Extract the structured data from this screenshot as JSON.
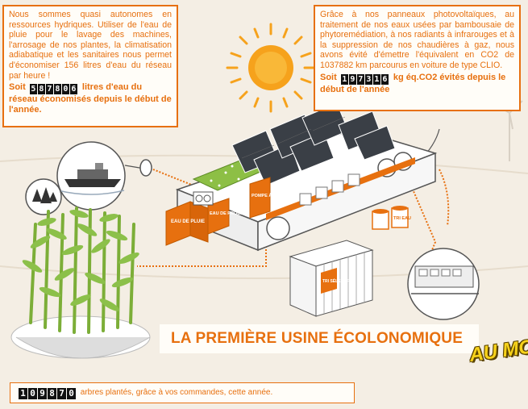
{
  "left_box": {
    "text": "Nous sommes quasi autonomes en ressources hydriques. Utiliser de l'eau de pluie pour le lavage des machines, l'arrosage de nos plantes, la climatisation adiabatique et les sanitaires nous permet d'économiser 156 litres d'eau du réseau par heure !",
    "prefix": "Soit",
    "digits": [
      "5",
      "8",
      "7",
      "8",
      "0",
      "6"
    ],
    "suffix": "litres d'eau du réseau économisés depuis le début de l'année."
  },
  "right_box": {
    "text": "Grâce à nos panneaux photovoltaïques, au traitement de nos eaux usées par bambousaie de phytoremédiation, à nos radiants à infrarouges et à la suppression de nos chaudières à gaz, nous avons évité d'émettre l'équivalent en CO2 de 1037882 km parcourus en voiture de type CLIO.",
    "prefix": "Soit",
    "digits": [
      "1",
      "9",
      "7",
      "3",
      "1",
      "6"
    ],
    "suffix": "kg éq.CO2 évités depuis le début de l'année"
  },
  "banner": {
    "title": "LA PREMIÈRE USINE ÉCOLONOMIQUE",
    "badge": "AU MONDE"
  },
  "footer": {
    "digits": [
      "1",
      "0",
      "9",
      "8",
      "7",
      "0"
    ],
    "text": "arbres plantés, grâce à vos commandes, cette année."
  },
  "labels": {
    "eau_pluie": "EAU DE PLUIE",
    "eau_process": "EAU DE PROCESS",
    "pompe": "POMPE À VIDE",
    "tri_selectif": "TRI SÉLECTIF",
    "tri_eau": "TRI EAU"
  },
  "colors": {
    "accent": "#e7700f",
    "sun": "#f6a21c",
    "grass": "#7cae38",
    "background": "#f4eee4"
  },
  "icons": [
    "sun-icon",
    "bamboo-icon",
    "factory-icon",
    "solar-panel-icon",
    "container-icon",
    "ship-icon",
    "trees-icon",
    "wind-turbine-icon",
    "train-icon"
  ]
}
